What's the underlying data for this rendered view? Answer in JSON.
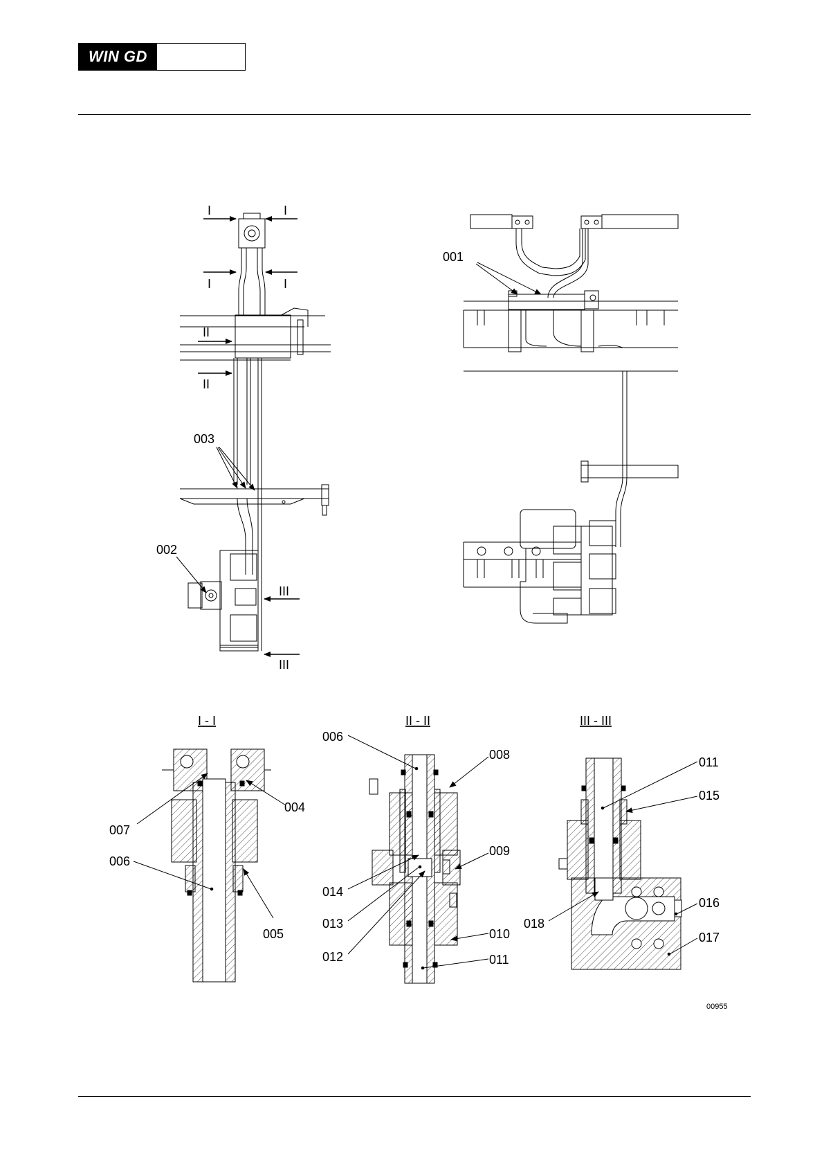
{
  "header": {
    "logo_text": "WIN GD"
  },
  "figure_id": "00955",
  "section_titles": {
    "sec1": "I - I",
    "sec2": "II - II",
    "sec3": "III - III"
  },
  "section_marks": {
    "i": "I",
    "ii": "II",
    "iii": "III"
  },
  "callouts": {
    "c001": "001",
    "c002": "002",
    "c003": "003",
    "c004": "004",
    "c005": "005",
    "c006a": "006",
    "c006b": "006",
    "c007": "007",
    "c008": "008",
    "c009": "009",
    "c010": "010",
    "c011a": "011",
    "c011b": "011",
    "c012": "012",
    "c013": "013",
    "c014": "014",
    "c015": "015",
    "c016": "016",
    "c017": "017",
    "c018": "018"
  }
}
